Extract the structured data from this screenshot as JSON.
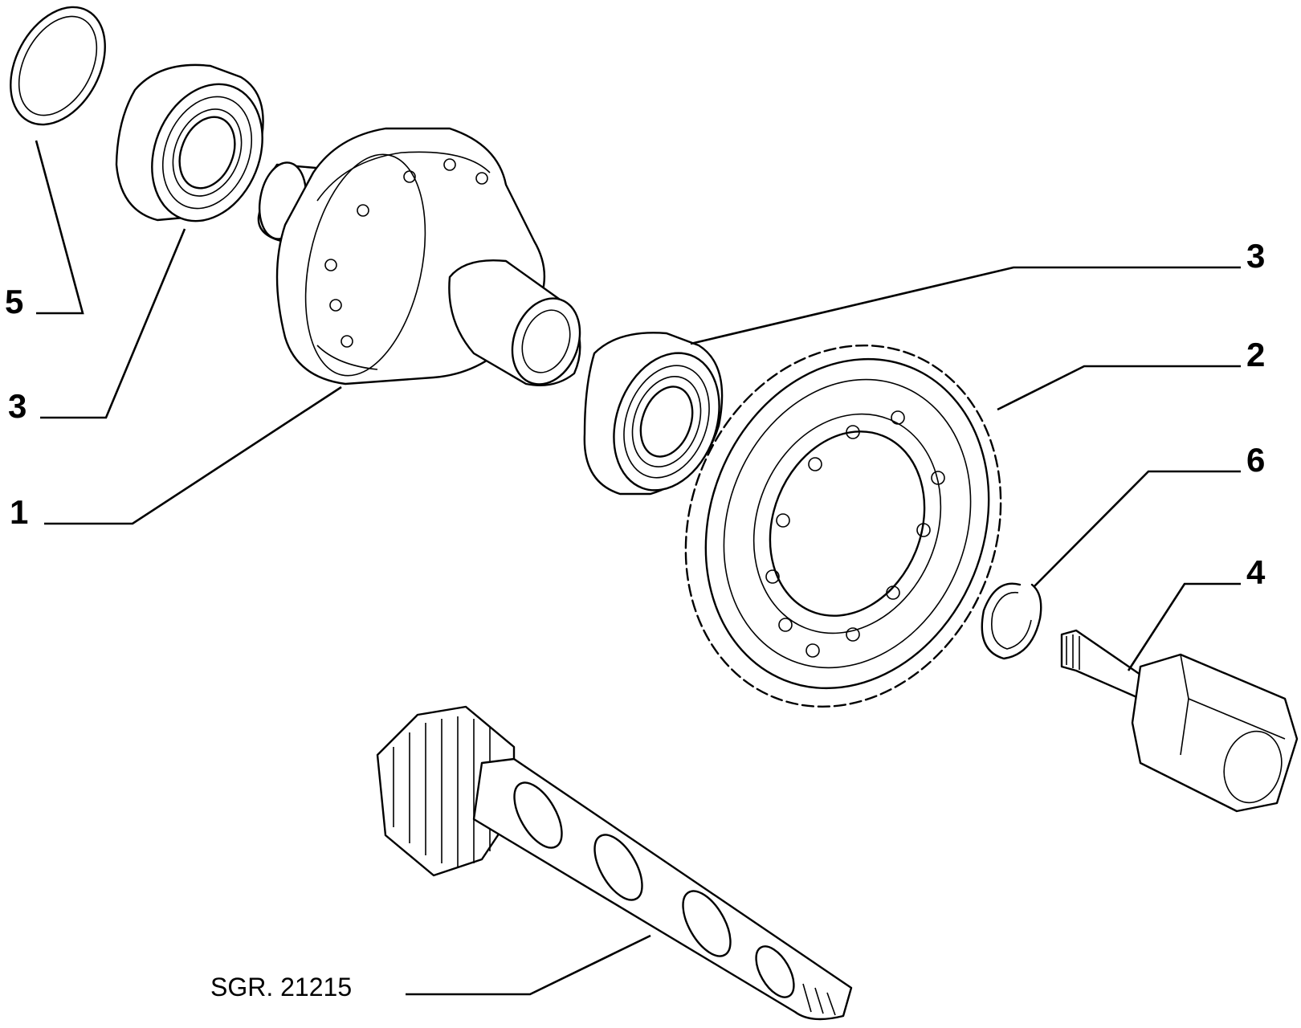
{
  "diagram": {
    "ink_color": "#000000",
    "background_color": "#ffffff",
    "callouts": [
      {
        "id": "5",
        "label": "5",
        "part": "seal-ring"
      },
      {
        "id": "3a",
        "label": "3",
        "part": "left-bearing"
      },
      {
        "id": "1",
        "label": "1",
        "part": "differential-housing"
      },
      {
        "id": "3b",
        "label": "3",
        "part": "right-bearing"
      },
      {
        "id": "2",
        "label": "2",
        "part": "ring-gear"
      },
      {
        "id": "6",
        "label": "6",
        "part": "snap-ring"
      },
      {
        "id": "4",
        "label": "4",
        "part": "output-flange"
      }
    ],
    "reference": {
      "label": "SGR. 21215",
      "part": "pinion-shaft"
    }
  }
}
